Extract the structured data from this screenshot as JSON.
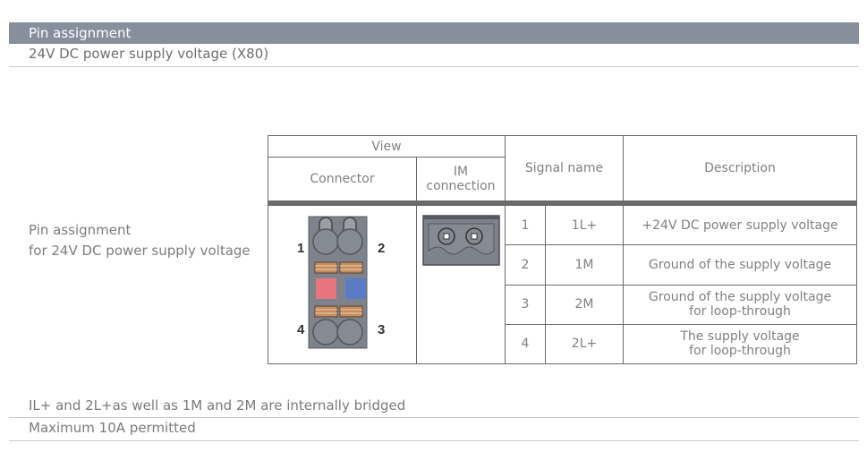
{
  "header": {
    "title": "Pin assignment",
    "subtitle": "24V DC power supply voltage (X80)"
  },
  "side_label": {
    "line1": "Pin assignment",
    "line2": "for 24V DC power supply voltage"
  },
  "table": {
    "header_view": "View",
    "header_connector": "Connector",
    "header_im_line1": "IM",
    "header_im_line2": "connection",
    "header_signal": "Signal name",
    "header_description": "Description",
    "connector_labels": [
      "1",
      "2",
      "4",
      "3"
    ],
    "rows": [
      {
        "pin": "1",
        "signal": "1L+",
        "desc1": "+24V DC power supply voltage",
        "desc2": ""
      },
      {
        "pin": "2",
        "signal": "1M",
        "desc1": "Ground of the supply voltage",
        "desc2": ""
      },
      {
        "pin": "3",
        "signal": "2M",
        "desc1": "Ground of the supply voltage",
        "desc2": "for loop-through"
      },
      {
        "pin": "4",
        "signal": "2L+",
        "desc1": "The supply voltage",
        "desc2": "for loop-through"
      }
    ]
  },
  "notes": {
    "bridged": "IL+ and 2L+as well as 1M and 2M are internally bridged",
    "max_current": "Maximum 10A permitted"
  },
  "colors": {
    "header_bar": "#878f9c",
    "terminal_red": "#e8747f",
    "terminal_blue": "#5b7cc4"
  }
}
